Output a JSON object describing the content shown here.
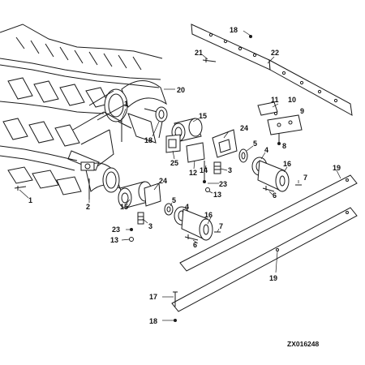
{
  "figure_ref": "ZX016248",
  "callouts": [
    {
      "id": "18-top",
      "label": "18"
    },
    {
      "id": "21",
      "label": "21"
    },
    {
      "id": "22",
      "label": "22"
    },
    {
      "id": "20",
      "label": "20"
    },
    {
      "id": "1-top",
      "label": "1"
    },
    {
      "id": "15-top",
      "label": "15"
    },
    {
      "id": "18-mid",
      "label": "18"
    },
    {
      "id": "11",
      "label": "11"
    },
    {
      "id": "10",
      "label": "10"
    },
    {
      "id": "9",
      "label": "9"
    },
    {
      "id": "8",
      "label": "8"
    },
    {
      "id": "24-top",
      "label": "24"
    },
    {
      "id": "5-top",
      "label": "5"
    },
    {
      "id": "4-top",
      "label": "4"
    },
    {
      "id": "25",
      "label": "25"
    },
    {
      "id": "12",
      "label": "12"
    },
    {
      "id": "14",
      "label": "14"
    },
    {
      "id": "3-top",
      "label": "3"
    },
    {
      "id": "23-top",
      "label": "23"
    },
    {
      "id": "13-top",
      "label": "13"
    },
    {
      "id": "16-top",
      "label": "16"
    },
    {
      "id": "7-top",
      "label": "7"
    },
    {
      "id": "6-top",
      "label": "6"
    },
    {
      "id": "19-top",
      "label": "19"
    },
    {
      "id": "1-left",
      "label": "1"
    },
    {
      "id": "2",
      "label": "2"
    },
    {
      "id": "15-bot",
      "label": "15"
    },
    {
      "id": "24-bot",
      "label": "24"
    },
    {
      "id": "5-bot",
      "label": "5"
    },
    {
      "id": "4-bot",
      "label": "4"
    },
    {
      "id": "23-bot",
      "label": "23"
    },
    {
      "id": "3-bot",
      "label": "3"
    },
    {
      "id": "13-bot",
      "label": "13"
    },
    {
      "id": "16-bot",
      "label": "16"
    },
    {
      "id": "7-bot",
      "label": "7"
    },
    {
      "id": "6-bot",
      "label": "6"
    },
    {
      "id": "19-bot",
      "label": "19"
    },
    {
      "id": "17",
      "label": "17"
    },
    {
      "id": "18-bot",
      "label": "18"
    }
  ]
}
